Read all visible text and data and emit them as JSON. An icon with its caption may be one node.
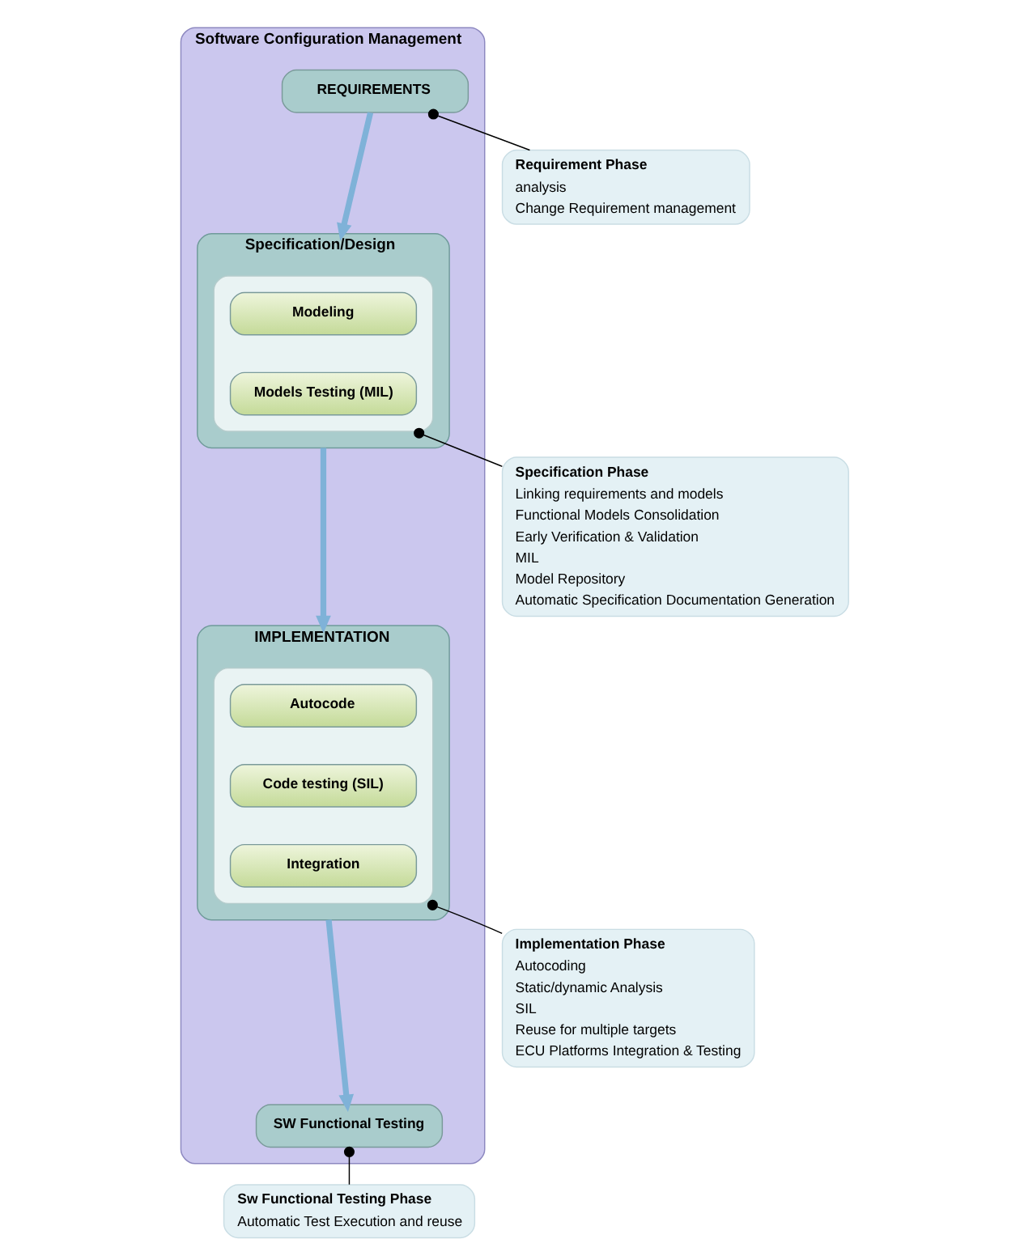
{
  "diagram": {
    "nodes": [
      {
        "text": [
          "Software Configuration Management"
        ]
      },
      {
        "text": [
          "REQUIREMENTS"
        ],
        "in": 0
      },
      {
        "text": [
          "Specification/Design"
        ],
        "in": 0
      },
      {
        "text": [],
        "shape": "box",
        "in": 2
      },
      {
        "text": [
          "Modeling"
        ],
        "in": 3
      },
      {
        "text": [
          "Models Testing (MIL)"
        ],
        "in": 3
      },
      {
        "text": [
          "IMPLEMENTATION"
        ],
        "in": 0
      },
      {
        "text": [],
        "shape": "box",
        "in": 6
      },
      {
        "text": [
          "Autocode"
        ],
        "in": 7
      },
      {
        "text": [
          "Code testing (SIL)"
        ],
        "in": 7
      },
      {
        "text": [
          "Integration"
        ],
        "in": 7
      },
      {
        "text": [
          "SW Functional Testing"
        ],
        "in": 0
      },
      {
        "text": [
          "Requirement Phase",
          "analysis",
          "Change Requirement management"
        ]
      },
      {
        "text": [
          "Specification Phase",
          "Linking requirements and models",
          "Functional Models Consolidation",
          "Early Verification & Validation",
          "MIL",
          "Model Repository",
          "Automatic Specification Documentation Generation"
        ]
      },
      {
        "text": [
          "Implementation Phase",
          "Autocoding",
          "Static/dynamic Analysis",
          "SIL",
          "Reuse for multiple targets",
          "ECU Platforms Integration & Testing"
        ]
      },
      {
        "text": [
          "Sw Functional Testing Phase",
          "Automatic Test Execution and reuse"
        ]
      }
    ],
    "edges": [
      {
        "from": 1,
        "to": 2,
        "arrow": "to",
        "style": "thick",
        "color": "#7fb2d8"
      },
      {
        "from": 2,
        "to": 6,
        "arrow": "to",
        "style": "thick",
        "color": "#7fb2d8"
      },
      {
        "from": 6,
        "to": 11,
        "arrow": "to",
        "style": "thick",
        "color": "#7fb2d8"
      },
      {
        "from": 1,
        "to": 12,
        "arrow": "other"
      },
      {
        "from": 3,
        "to": 13,
        "arrow": "other"
      },
      {
        "from": 7,
        "to": 14,
        "arrow": "other"
      },
      {
        "from": 11,
        "to": 15,
        "arrow": "other"
      }
    ]
  }
}
